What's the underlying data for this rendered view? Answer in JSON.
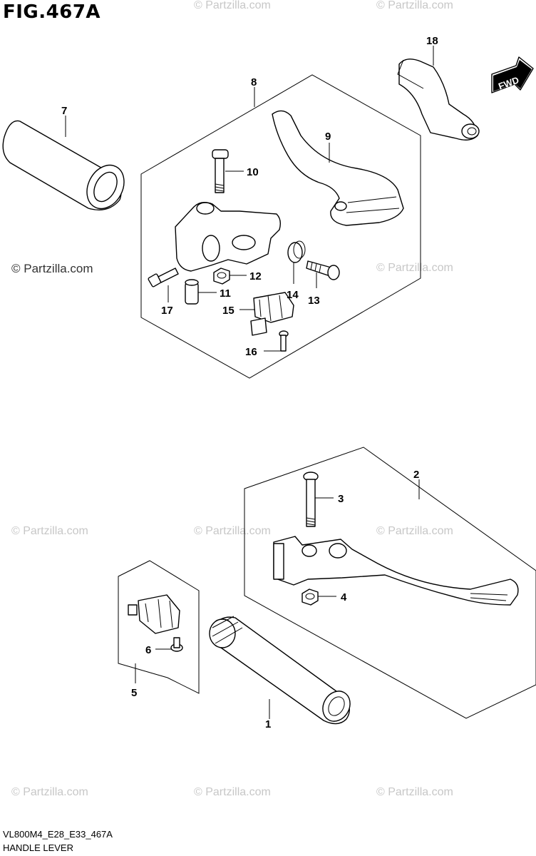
{
  "figure_title": "FIG.467A",
  "footer": {
    "code": "VL800M4_E28_E33_467A",
    "name": "HANDLE LEVER"
  },
  "watermark_text": "© Partzilla.com",
  "direction_label": "FWD",
  "callouts": {
    "c1": "1",
    "c2": "2",
    "c3": "3",
    "c4": "4",
    "c5": "5",
    "c6": "6",
    "c7": "7",
    "c8": "8",
    "c9": "9",
    "c10": "10",
    "c11": "11",
    "c12": "12",
    "c13": "13",
    "c14": "14",
    "c15": "15",
    "c16": "16",
    "c17": "17",
    "c18": "18"
  }
}
